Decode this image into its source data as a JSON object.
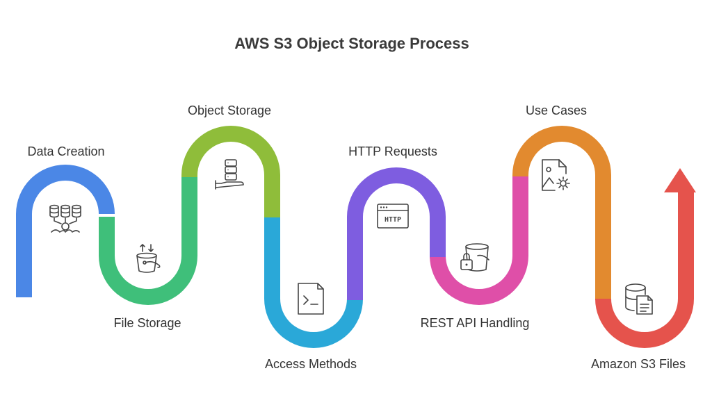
{
  "title": "AWS S3 Object Storage Process",
  "stages": [
    {
      "id": "data-creation",
      "label": "Data Creation",
      "color": "#4b87e6",
      "icon": "database-network-icon"
    },
    {
      "id": "file-storage",
      "label": "File Storage",
      "color": "#3fbf7a",
      "icon": "bucket-upload-icon"
    },
    {
      "id": "object-storage",
      "label": "Object Storage",
      "color": "#8fbd3a",
      "icon": "hand-server-icon"
    },
    {
      "id": "access-methods",
      "label": "Access Methods",
      "color": "#2aa8d8",
      "icon": "terminal-icon"
    },
    {
      "id": "http-requests",
      "label": "HTTP Requests",
      "color": "#7e5de0",
      "icon": "http-window-icon"
    },
    {
      "id": "rest-api-handling",
      "label": "REST API Handling",
      "color": "#df4fa8",
      "icon": "bucket-lock-icon"
    },
    {
      "id": "use-cases",
      "label": "Use Cases",
      "color": "#e28a2f",
      "icon": "image-gear-icon"
    },
    {
      "id": "amazon-s3-files",
      "label": "Amazon S3 Files",
      "color": "#e5534c",
      "icon": "database-document-icon"
    }
  ],
  "icon_text": {
    "http": "HTTP"
  }
}
